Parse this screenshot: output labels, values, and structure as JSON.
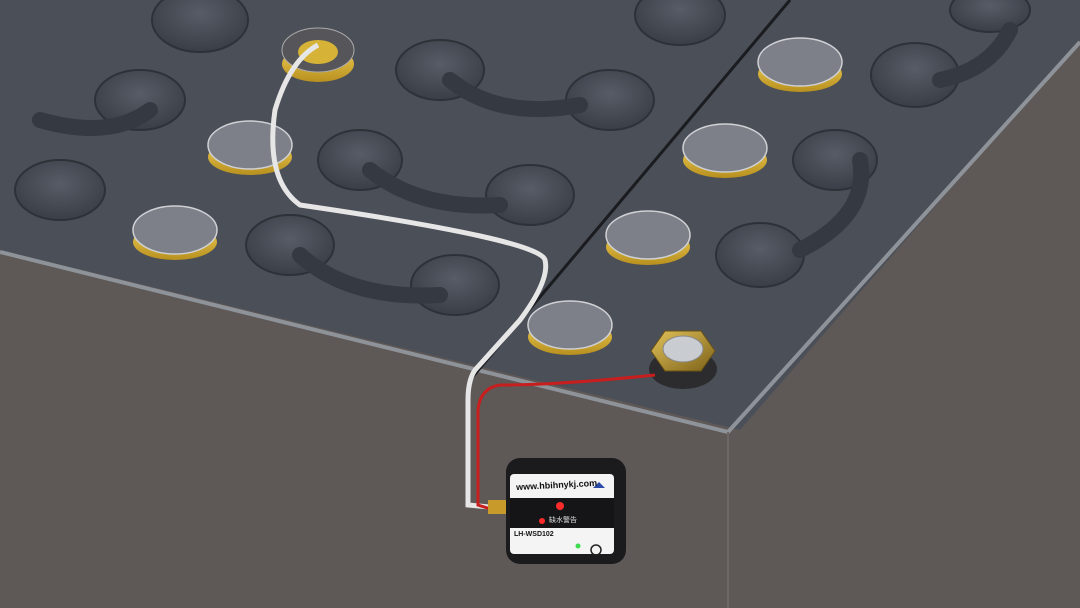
{
  "scene": {
    "description": "3D render of an industrial battery bank top with electrolyte level sensor device",
    "colors": {
      "side_wall": "#5e5856",
      "top_surface": "#4a4e57",
      "terminal": "#3f434c",
      "vent_cap_yellow": "#d9b23a",
      "wire_red": "#c81e1e",
      "wire_white": "#e8e8e8",
      "brass": "#b8962e",
      "device_body": "#1b1b1d",
      "device_label": "#f4f4f4"
    }
  },
  "device": {
    "website": "www.hbihnykj.com",
    "indicator_text": "缺水警告",
    "model": "LH-WSD102",
    "led_status": "green"
  }
}
